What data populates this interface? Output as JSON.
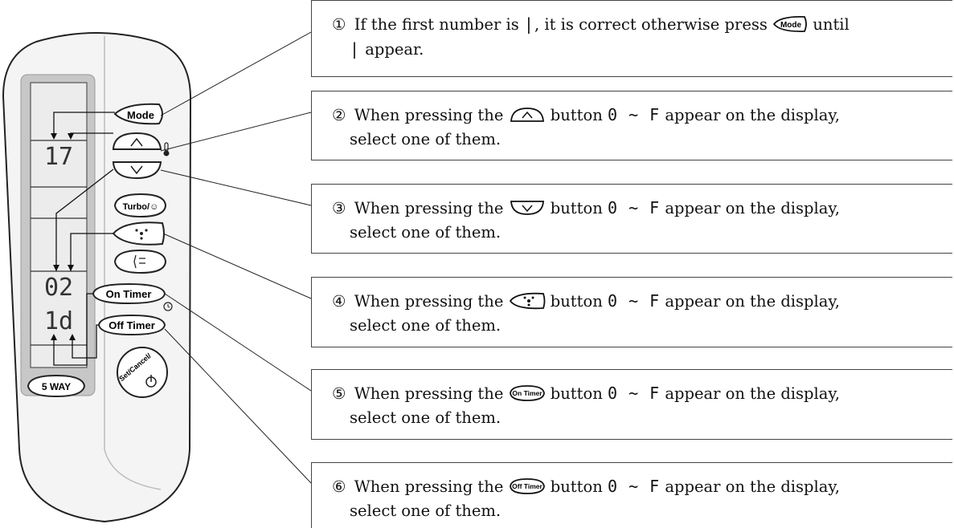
{
  "remote": {
    "buttons": {
      "mode": "Mode",
      "turbo": "Turbo/☺",
      "on_timer": "On Timer",
      "off_timer": "Off Timer",
      "set_cancel": "Set/Cancel/",
      "five_way": "5 WAY"
    },
    "display_digits": [
      "17",
      "02",
      "1d"
    ]
  },
  "steps": [
    {
      "marker": "①",
      "text_before": "If the first number is",
      "first_symbol": "|",
      "text_after": ", it is correct otherwise press",
      "button_icon": "mode-button-icon",
      "text_end": "until",
      "line2_symbol": "|",
      "line2_text": "appear."
    },
    {
      "marker": "②",
      "text_before": "When pressing the",
      "button_icon": "up-button-icon",
      "text_mid": "button",
      "range": "0 ~ F",
      "text_after": "appear on the display,",
      "line2_text": "select one of them."
    },
    {
      "marker": "③",
      "text_before": "When pressing the",
      "button_icon": "down-button-icon",
      "text_mid": "button",
      "range": "0 ~ F",
      "text_after": "appear on the display,",
      "line2_text": "select one of them."
    },
    {
      "marker": "④",
      "text_before": "When pressing the",
      "button_icon": "fan-button-icon",
      "text_mid": "button",
      "range": "0 ~ F",
      "text_after": "appear on the display,",
      "line2_text": "select one of them."
    },
    {
      "marker": "⑤",
      "text_before": "When pressing the",
      "button_icon": "on-timer-button-icon",
      "button_label": "On Timer",
      "text_mid": "button",
      "range": "0 ~ F",
      "text_after": "appear on the display,",
      "line2_text": "select one of them."
    },
    {
      "marker": "⑥",
      "text_before": "When pressing the",
      "button_icon": "off-timer-button-icon",
      "button_label": "Off Timer",
      "text_mid": "button",
      "range": "0 ~ F",
      "text_after": "appear on the display,",
      "line2_text": "select one of them."
    }
  ]
}
